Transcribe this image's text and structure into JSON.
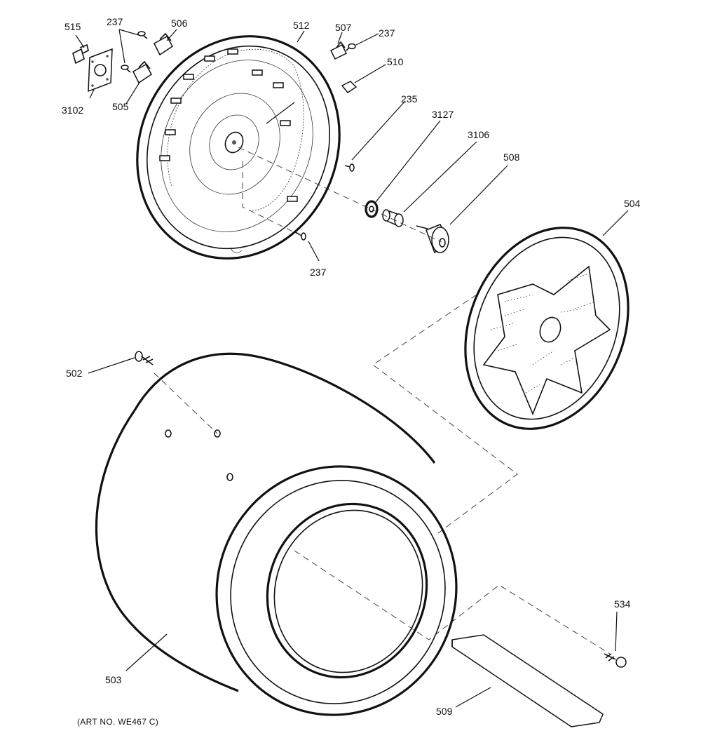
{
  "diagram": {
    "callouts": {
      "p515": "515",
      "p237a": "237",
      "p506": "506",
      "p512": "512",
      "p507": "507",
      "p237b": "237",
      "p510": "510",
      "p3102": "3102",
      "p505": "505",
      "p235": "235",
      "p3127": "3127",
      "p3106": "3106",
      "p508": "508",
      "p237c": "237",
      "p504": "504",
      "p502": "502",
      "p503": "503",
      "p534": "534",
      "p509": "509"
    },
    "art_number": "(ART NO. WE467 C)"
  }
}
